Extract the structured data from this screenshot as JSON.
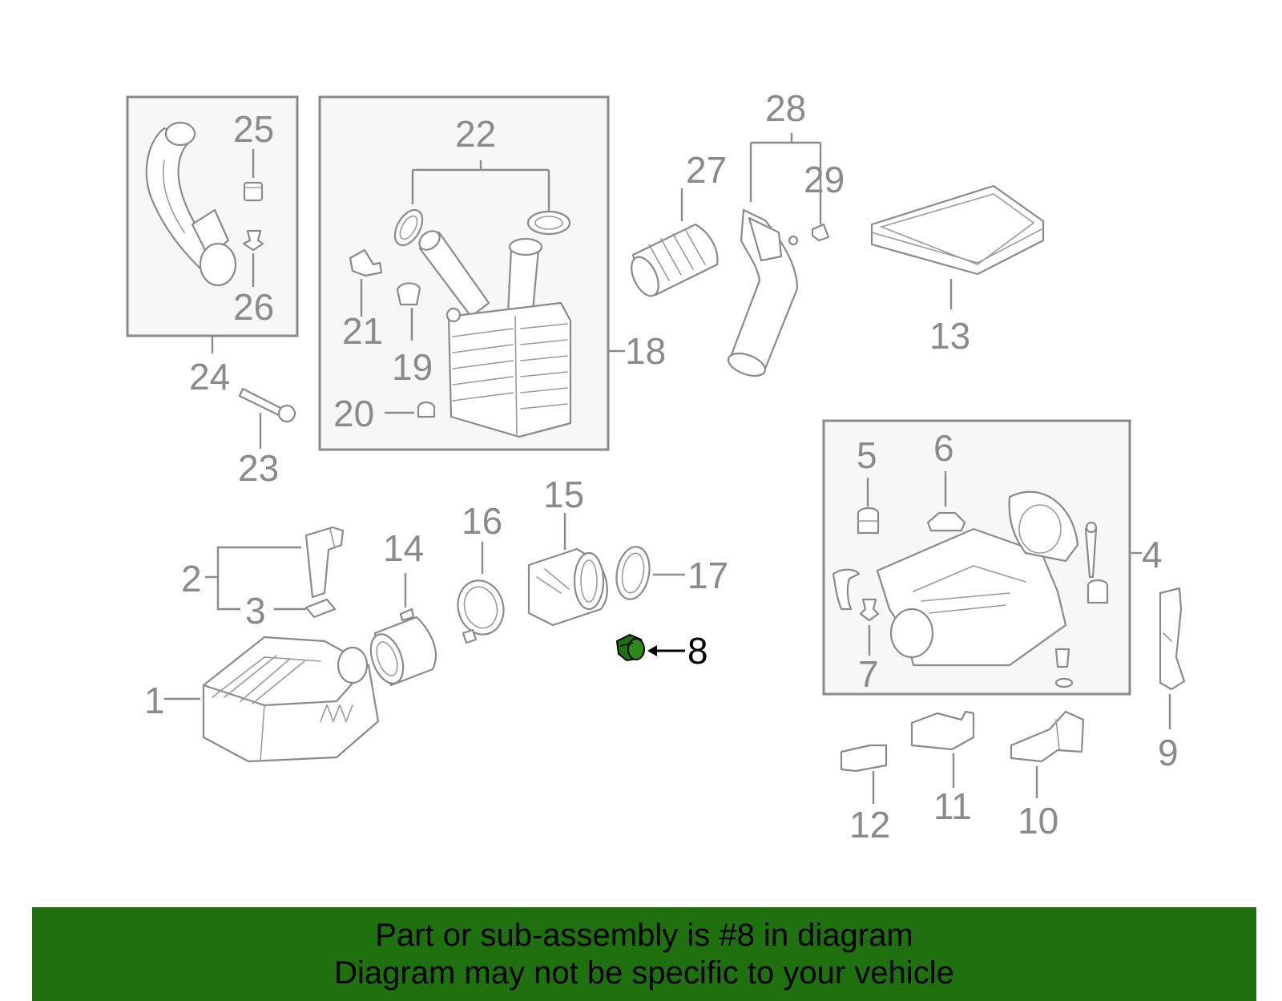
{
  "callouts": {
    "c1": "1",
    "c2": "2",
    "c3": "3",
    "c4": "4",
    "c5": "5",
    "c6": "6",
    "c7": "7",
    "c8": "8",
    "c9": "9",
    "c10": "10",
    "c11": "11",
    "c12": "12",
    "c13": "13",
    "c14": "14",
    "c15": "15",
    "c16": "16",
    "c17": "17",
    "c18": "18",
    "c19": "19",
    "c20": "20",
    "c21": "21",
    "c22": "22",
    "c23": "23",
    "c24": "24",
    "c25": "25",
    "c26": "26",
    "c27": "27",
    "c28": "28",
    "c29": "29"
  },
  "highlight": {
    "part_number": "8",
    "color": "#1f700f"
  },
  "colors": {
    "line_art": "#8a8a8a",
    "panel_fill": "#f7f7f7",
    "footer_bg": "#1f700f"
  },
  "footer": {
    "line1": "Part or sub-assembly is #8 in diagram",
    "line2": "Diagram may not be specific to your vehicle"
  }
}
